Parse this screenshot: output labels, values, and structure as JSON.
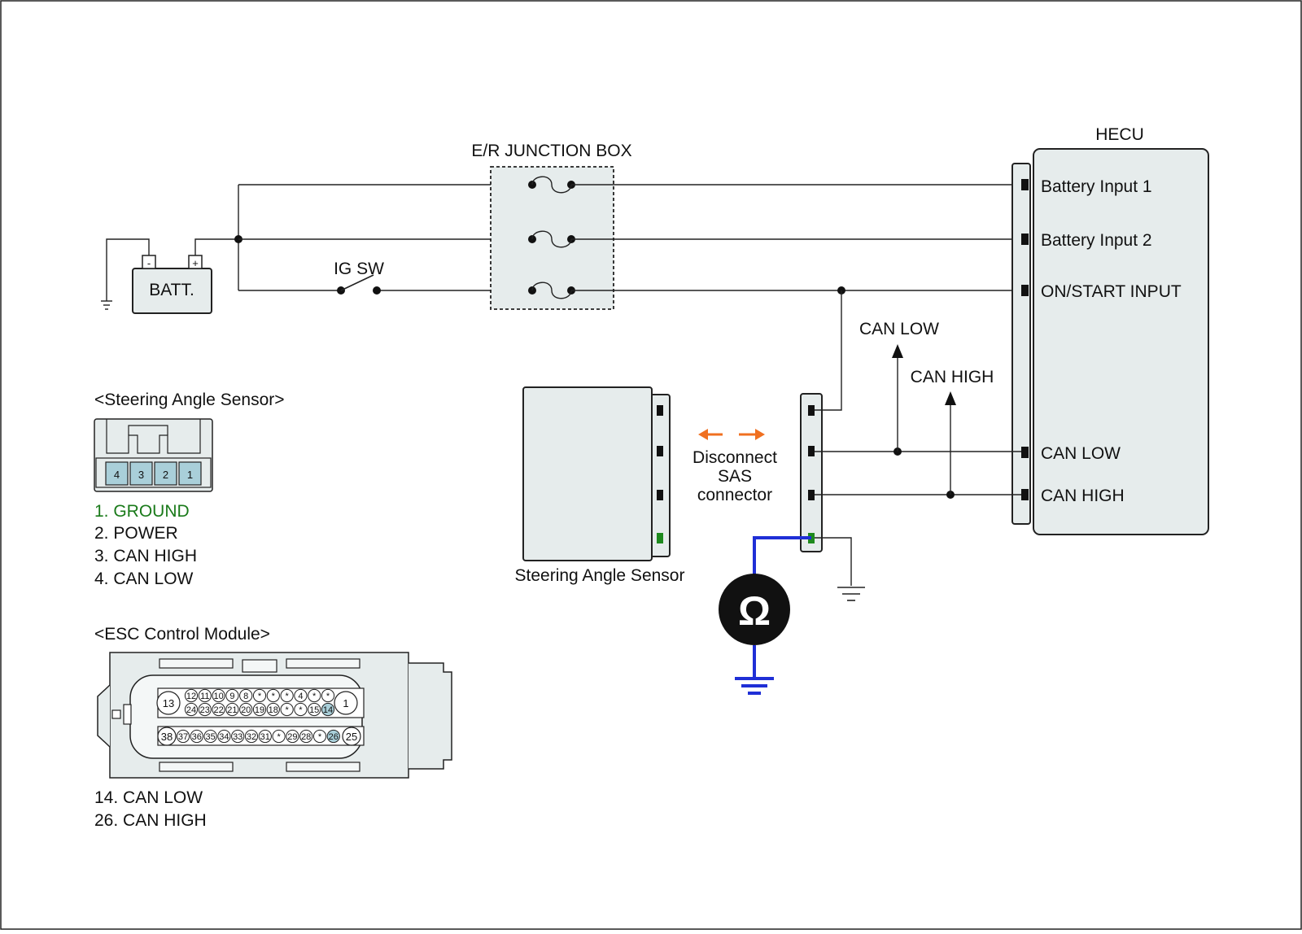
{
  "colors": {
    "box_fill": "#e6ecec",
    "pin_highlight": "#a9cfd9",
    "ground_label": "#1a7a1a",
    "meter_lead": "#1f2fd6",
    "arrow": "#f07020",
    "ground_pin": "#1e8a1e"
  },
  "batt": {
    "label": "BATT.",
    "minus": "-",
    "plus": "+"
  },
  "junction_box": {
    "title": "E/R JUNCTION BOX"
  },
  "ig_sw": {
    "label": "IG SW"
  },
  "hecu": {
    "title": "HECU",
    "inputs": [
      "Battery Input 1",
      "Battery Input 2",
      "ON/START INPUT",
      "CAN LOW",
      "CAN HIGH"
    ]
  },
  "can_labels": {
    "low": "CAN LOW",
    "high": "CAN HIGH"
  },
  "sas_component": {
    "label": "Steering Angle Sensor"
  },
  "disconnect_note": [
    "Disconnect",
    "SAS",
    "connector"
  ],
  "meter": {
    "symbol": "Ω"
  },
  "sas_connector": {
    "title": "<Steering Angle Sensor>",
    "pins": [
      "4",
      "3",
      "2",
      "1"
    ],
    "pinout": [
      "1. GROUND",
      "2. POWER",
      "3. CAN HIGH",
      "4. CAN LOW"
    ]
  },
  "esc_connector": {
    "title": "<ESC Control Module>",
    "big_pins": [
      "13",
      "1",
      "38",
      "25"
    ],
    "row1": [
      "12",
      "11",
      "10",
      "9",
      "8",
      "*",
      "*",
      "*",
      "4",
      "*",
      "*"
    ],
    "row2": [
      "24",
      "23",
      "22",
      "21",
      "20",
      "19",
      "18",
      "*",
      "*",
      "15",
      "14"
    ],
    "row3": [
      "37",
      "36",
      "35",
      "34",
      "33",
      "32",
      "31",
      "*",
      "29",
      "28",
      "*",
      "26"
    ],
    "pinout": [
      "14. CAN LOW",
      "26. CAN HIGH"
    ]
  }
}
